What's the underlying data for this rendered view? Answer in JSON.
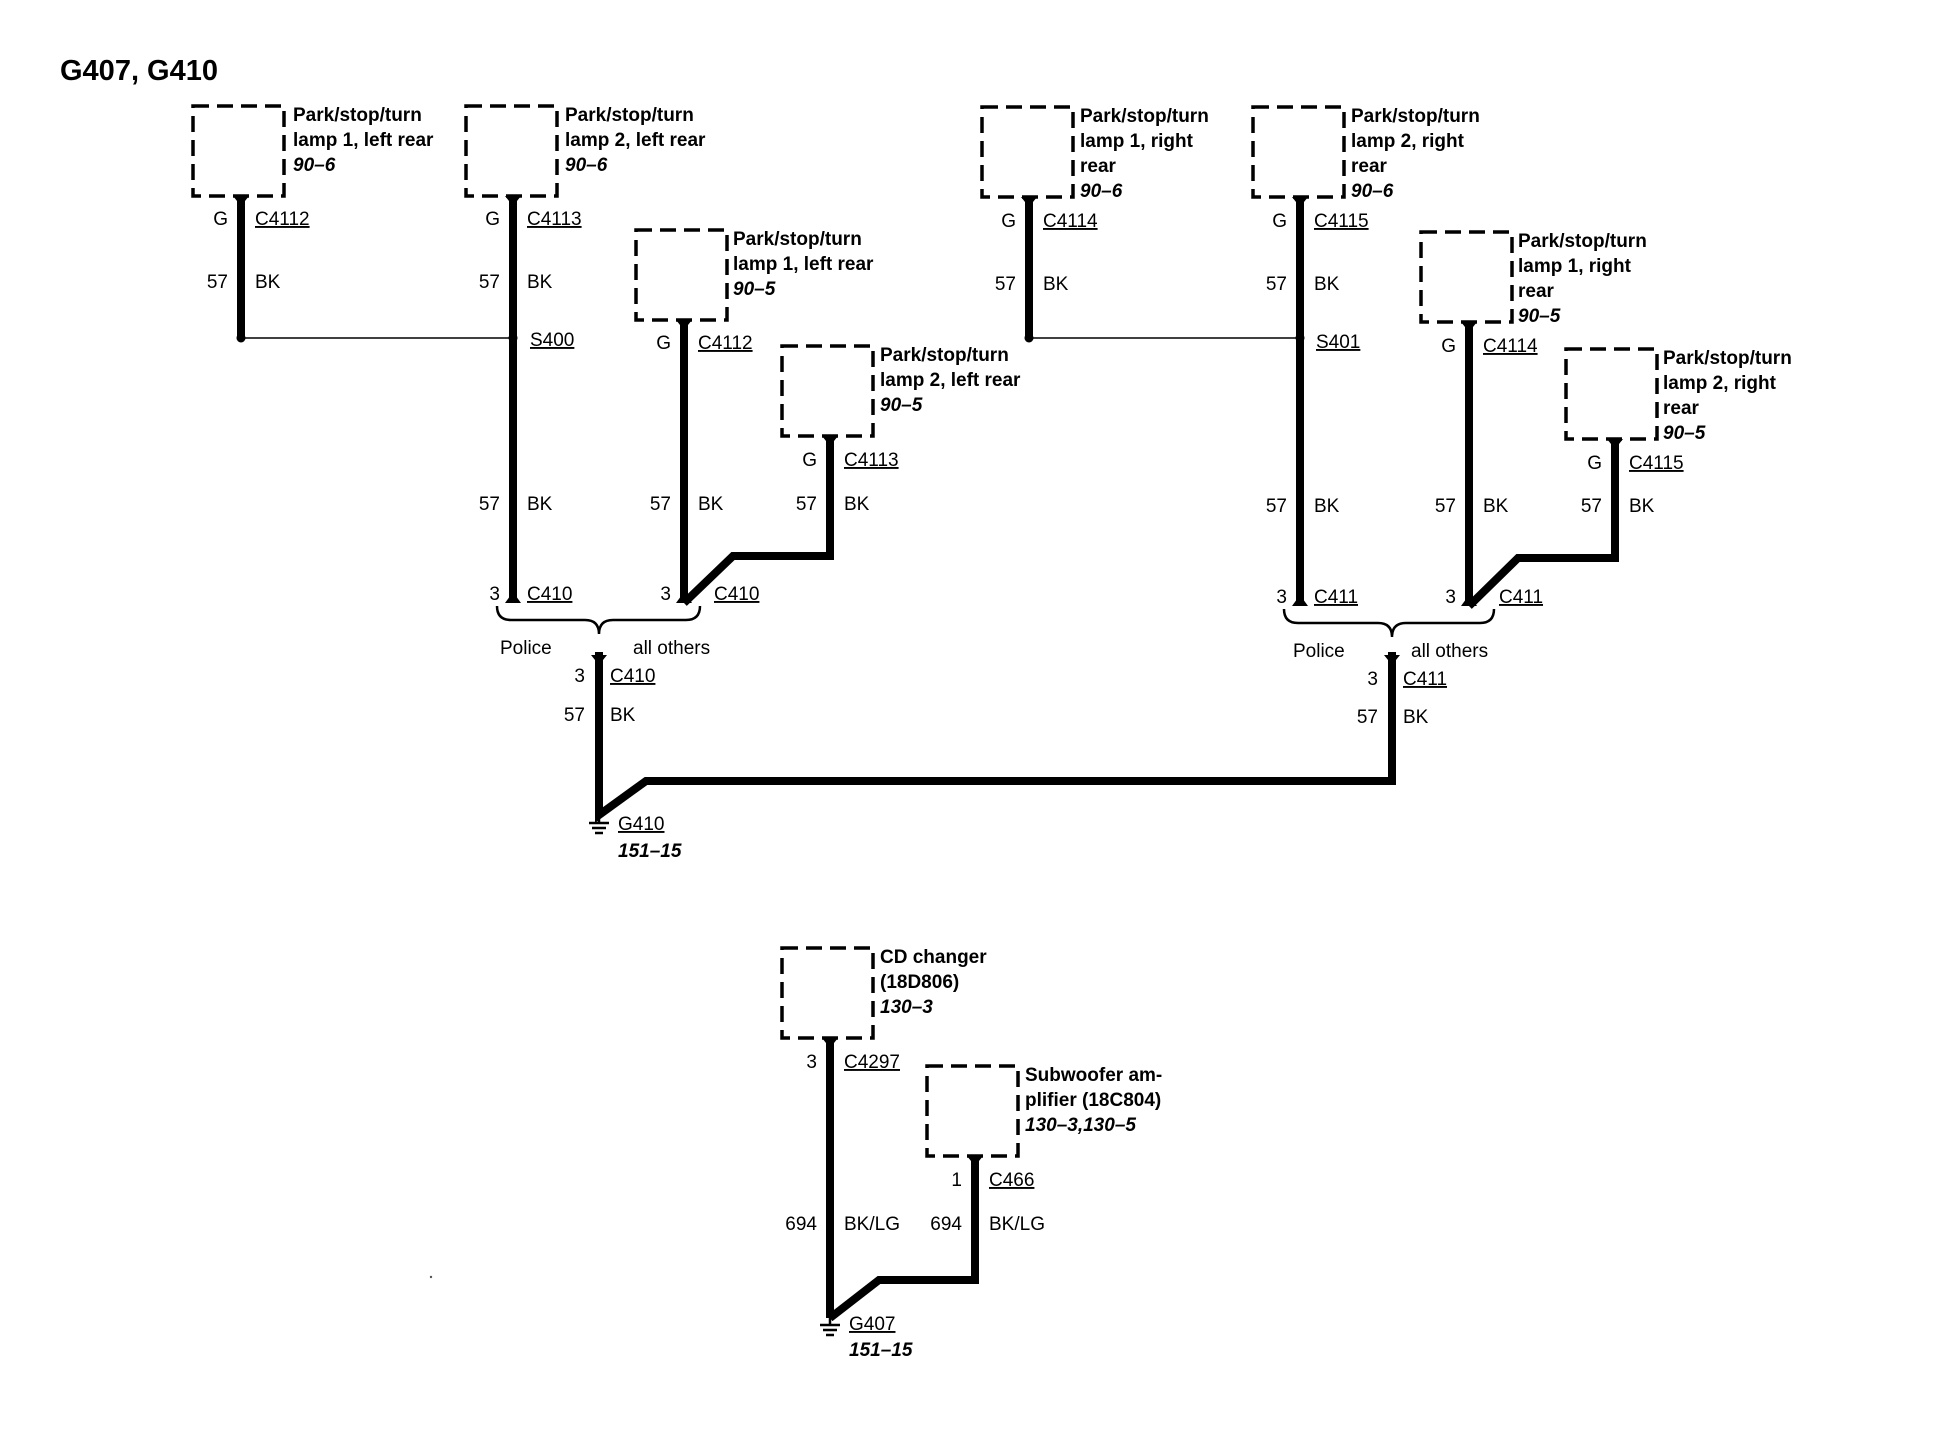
{
  "title": "G407, G410",
  "components": [
    {
      "id": "pst1lr6",
      "name_lines": [
        "Park/stop/turn",
        "lamp 1, left rear"
      ],
      "ref": "90–6"
    },
    {
      "id": "pst2lr6",
      "name_lines": [
        "Park/stop/turn",
        "lamp 2, left rear"
      ],
      "ref": "90–6"
    },
    {
      "id": "pst1lr5",
      "name_lines": [
        "Park/stop/turn",
        "lamp 1, left rear"
      ],
      "ref": "90–5"
    },
    {
      "id": "pst2lr5",
      "name_lines": [
        "Park/stop/turn",
        "lamp 2, left rear"
      ],
      "ref": "90–5"
    },
    {
      "id": "pst1rr6",
      "name_lines": [
        "Park/stop/turn",
        "lamp 1, right",
        "rear"
      ],
      "ref": "90–6"
    },
    {
      "id": "pst2rr6",
      "name_lines": [
        "Park/stop/turn",
        "lamp 2, right",
        "rear"
      ],
      "ref": "90–6"
    },
    {
      "id": "pst1rr5",
      "name_lines": [
        "Park/stop/turn",
        "lamp 1, right",
        "rear"
      ],
      "ref": "90–5"
    },
    {
      "id": "pst2rr5",
      "name_lines": [
        "Park/stop/turn",
        "lamp 2, right",
        "rear"
      ],
      "ref": "90–5"
    },
    {
      "id": "cd",
      "name_lines": [
        "CD changer",
        "(18D806)"
      ],
      "ref": "130–3"
    },
    {
      "id": "sub",
      "name_lines": [
        "Subwoofer am-",
        "plifier (18C804)"
      ],
      "ref": "130–3,130–5"
    }
  ],
  "connector_labels": [
    {
      "id": "c4112a",
      "pin": "G",
      "connector": "C4112"
    },
    {
      "id": "c4113a",
      "pin": "G",
      "connector": "C4113"
    },
    {
      "id": "c4112b",
      "pin": "G",
      "connector": "C4112"
    },
    {
      "id": "c4113b",
      "pin": "G",
      "connector": "C4113"
    },
    {
      "id": "c4114a",
      "pin": "G",
      "connector": "C4114"
    },
    {
      "id": "c4115a",
      "pin": "G",
      "connector": "C4115"
    },
    {
      "id": "c4114b",
      "pin": "G",
      "connector": "C4114"
    },
    {
      "id": "c4115b",
      "pin": "G",
      "connector": "C4115"
    },
    {
      "id": "c410a",
      "pin": "3",
      "connector": "C410"
    },
    {
      "id": "c410b",
      "pin": "3",
      "connector": "C410"
    },
    {
      "id": "c410c",
      "pin": "3",
      "connector": "C410"
    },
    {
      "id": "c411a",
      "pin": "3",
      "connector": "C411"
    },
    {
      "id": "c411b",
      "pin": "3",
      "connector": "C411"
    },
    {
      "id": "c411c",
      "pin": "3",
      "connector": "C411"
    },
    {
      "id": "c4297",
      "pin": "3",
      "connector": "C4297"
    },
    {
      "id": "c466",
      "pin": "1",
      "connector": "C466"
    }
  ],
  "wire_labels": [
    {
      "id": "w1",
      "circuit": "57",
      "color": "BK"
    },
    {
      "id": "w2",
      "circuit": "57",
      "color": "BK"
    },
    {
      "id": "w3",
      "circuit": "57",
      "color": "BK"
    },
    {
      "id": "w4",
      "circuit": "57",
      "color": "BK"
    },
    {
      "id": "w5",
      "circuit": "57",
      "color": "BK"
    },
    {
      "id": "w6",
      "circuit": "57",
      "color": "BK"
    },
    {
      "id": "w7",
      "circuit": "57",
      "color": "BK"
    },
    {
      "id": "w8",
      "circuit": "57",
      "color": "BK"
    },
    {
      "id": "w9",
      "circuit": "57",
      "color": "BK"
    },
    {
      "id": "w10",
      "circuit": "57",
      "color": "BK"
    },
    {
      "id": "w11",
      "circuit": "57",
      "color": "BK"
    },
    {
      "id": "w12",
      "circuit": "57",
      "color": "BK"
    },
    {
      "id": "w13",
      "circuit": "57",
      "color": "BK"
    },
    {
      "id": "w14",
      "circuit": "694",
      "color": "BK/LG"
    },
    {
      "id": "w15",
      "circuit": "694",
      "color": "BK/LG"
    }
  ],
  "splices": [
    {
      "id": "s400",
      "label": "S400"
    },
    {
      "id": "s401",
      "label": "S401"
    }
  ],
  "options": {
    "left": {
      "a": "Police",
      "b": "all others"
    },
    "right": {
      "a": "Police",
      "b": "all others"
    }
  },
  "grounds": [
    {
      "id": "g410",
      "label": "G410",
      "ref": "151–15"
    },
    {
      "id": "g407",
      "label": "G407",
      "ref": "151–15"
    }
  ]
}
